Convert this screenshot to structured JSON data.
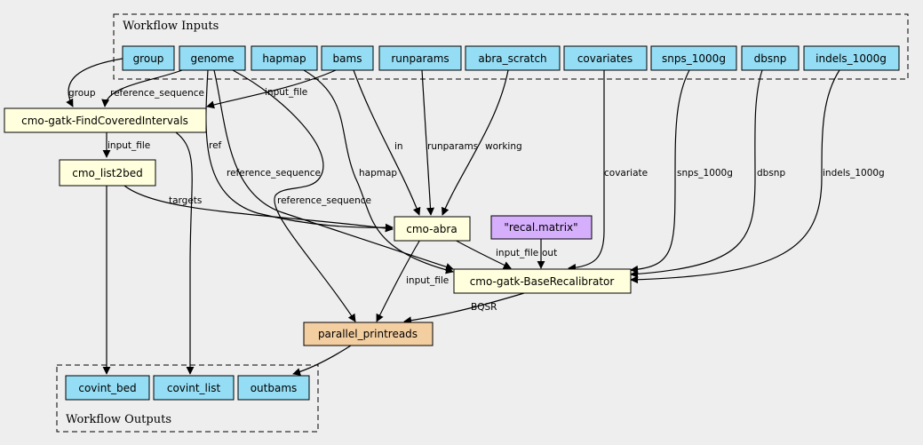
{
  "colors": {
    "background": "#eeeeee",
    "io": "#94ddf4",
    "tool": "#ffffdd",
    "expression": "#d5aefc",
    "step": "#f3cea1"
  },
  "clusters": {
    "inputs": "Workflow Inputs",
    "outputs": "Workflow Outputs"
  },
  "nodes": {
    "group": "group",
    "genome": "genome",
    "hapmap": "hapmap",
    "bams": "bams",
    "runparams": "runparams",
    "abra_scratch": "abra_scratch",
    "covariates": "covariates",
    "snps_1000g": "snps_1000g",
    "dbsnp": "dbsnp",
    "indels_1000g": "indels_1000g",
    "find_covered": "cmo-gatk-FindCoveredIntervals",
    "list2bed": "cmo_list2bed",
    "abra": "cmo-abra",
    "recal_matrix": "\"recal.matrix\"",
    "base_recal": "cmo-gatk-BaseRecalibrator",
    "printreads": "parallel_printreads",
    "covint_bed": "covint_bed",
    "covint_list": "covint_list",
    "outbams": "outbams"
  },
  "edge_labels": {
    "group": "group",
    "reference_sequence_1": "reference_sequence",
    "input_file_1": "input_file",
    "input_file_2": "input_file",
    "ref": "ref",
    "reference_sequence_2": "reference_sequence",
    "reference_sequence_3": "reference_sequence",
    "hapmap": "hapmap",
    "in": "in",
    "runparams": "runparams",
    "working": "working",
    "covariate": "covariate",
    "snps_1000g": "snps_1000g",
    "dbsnp": "dbsnp",
    "indels_1000g": "indels_1000g",
    "targets": "targets",
    "input_file_3": "input_file",
    "out": "out",
    "input_file_4": "input_file",
    "bqsr": "BQSR"
  }
}
